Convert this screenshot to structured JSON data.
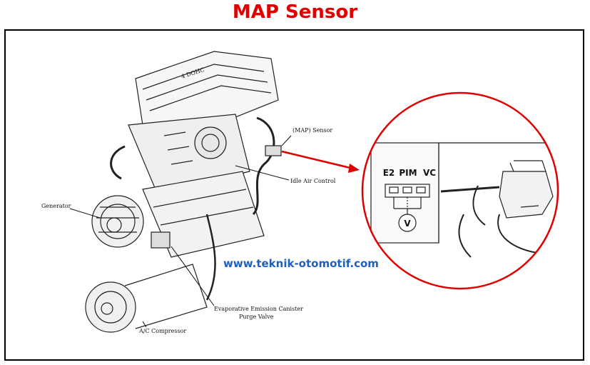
{
  "title": "MAP Sensor",
  "colors": {
    "title": "#e00000",
    "circle": "#e00000",
    "arrow": "#e00000",
    "url": "#1f5fbf"
  },
  "labels": {
    "map_sensor": "(MAP) Sensor",
    "idle_air_control": "Idle Air Control",
    "generator": "Generator",
    "evap_line1": "Evaporative Emission Canister",
    "evap_line2": "Purge Valve",
    "ac_compressor": "A/C Compressor"
  },
  "watermark": "www.teknik-otomotif.com",
  "engine_marking": "4 DOHC",
  "connector": {
    "pins": [
      "E2",
      "PIM",
      "VC"
    ],
    "meter": "V"
  }
}
